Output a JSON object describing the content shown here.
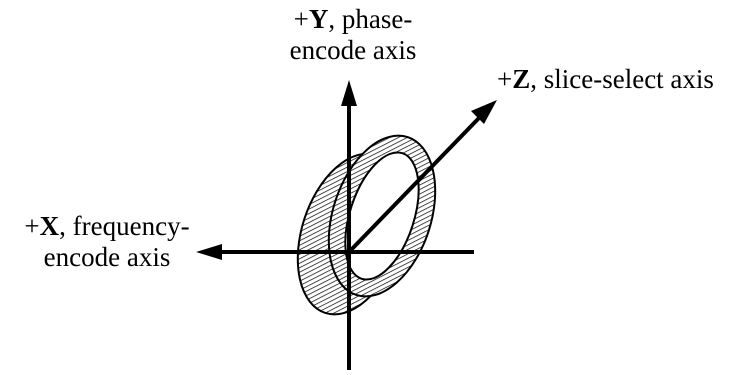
{
  "axes": {
    "y": {
      "sign": "+",
      "letter": "Y",
      "line1_rest": ", phase-",
      "line2": "encode axis"
    },
    "z": {
      "sign": "+",
      "letter": "Z",
      "line1_rest": ", slice-select axis"
    },
    "x": {
      "sign": "+",
      "letter": "X",
      "line1_rest": ", frequency-",
      "line2": "encode axis"
    }
  },
  "colors": {
    "ink": "#000000",
    "background": "#ffffff"
  }
}
